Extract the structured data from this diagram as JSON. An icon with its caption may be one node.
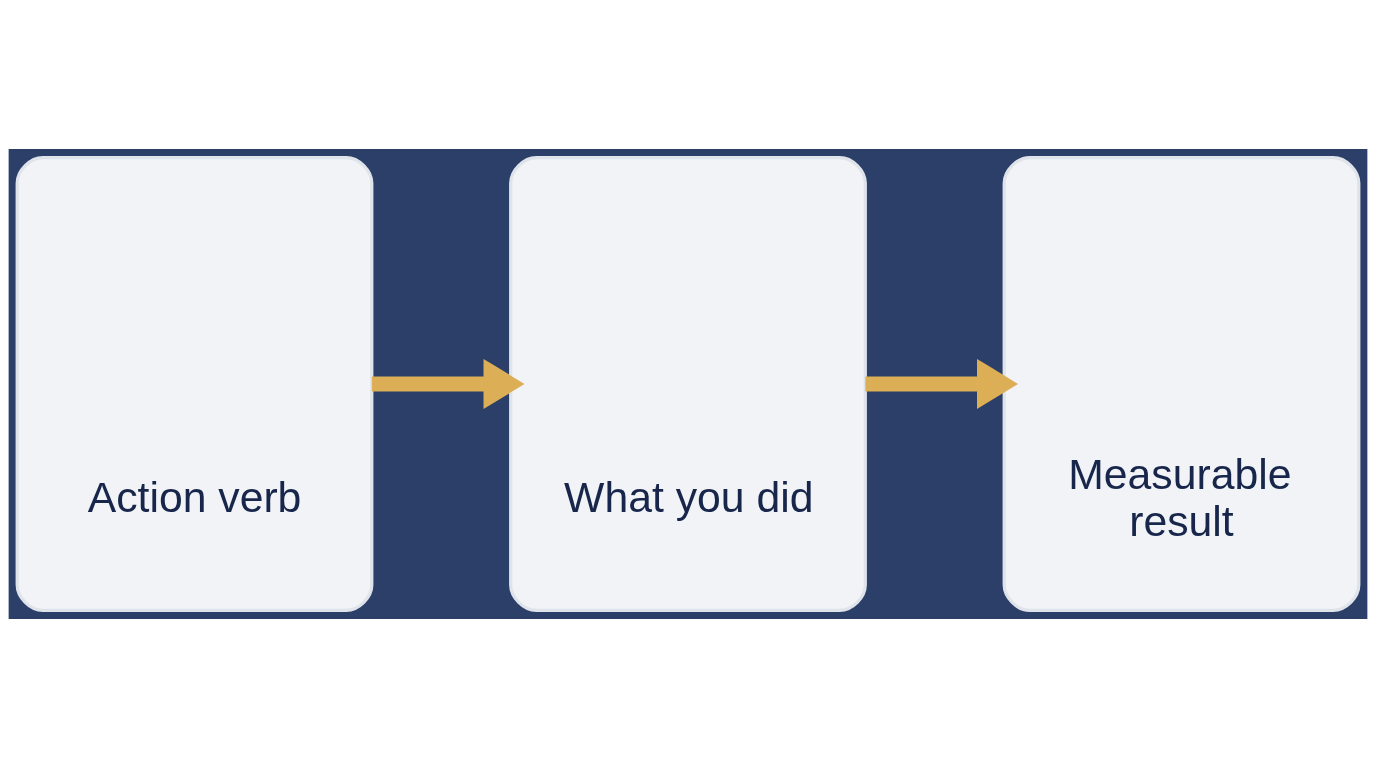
{
  "diagram": {
    "nodes": [
      {
        "text": [
          "Action verb"
        ]
      },
      {
        "text": [
          "What you did"
        ]
      },
      {
        "text": [
          "Measurable result"
        ]
      }
    ],
    "edges": [
      {
        "from": 0,
        "to": 1,
        "arrow": "to"
      },
      {
        "from": 1,
        "to": 2,
        "arrow": "to"
      }
    ]
  }
}
